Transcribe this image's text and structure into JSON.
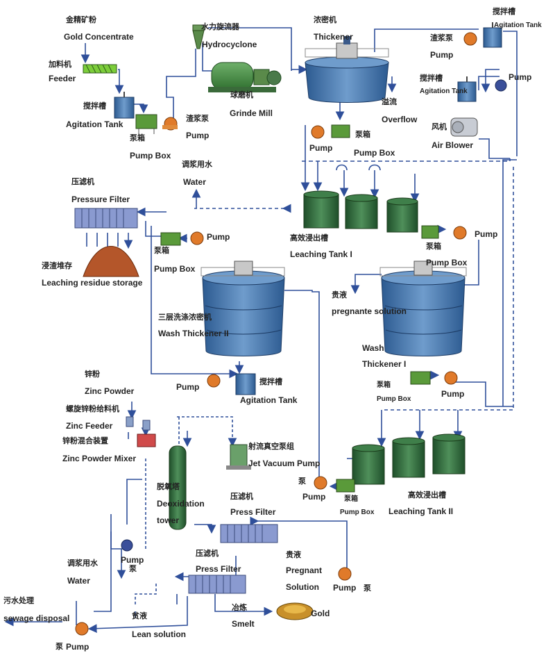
{
  "colors": {
    "pipe": "#2f4f9a",
    "tank_blue": "#3f6fa8",
    "leach_green": "#2f6b3a",
    "pump_orange": "#e07a2a",
    "pump_box_green": "#5a9a3a",
    "residue_brown": "#b4562a"
  },
  "labels": {
    "gold_concentrate_cn": "金精矿粉",
    "gold_concentrate": "Gold Concentrate",
    "feeder_cn": "加料机",
    "feeder": "Feeder",
    "agitation_tank_cn_1": "搅拌槽",
    "agitation_tank_1": "Agitation Tank",
    "pump_box_cn_1": "泵箱",
    "pump_box_1": "Pump Box",
    "slurry_pump_cn": "渣浆泵",
    "pump_1": "Pump",
    "hydrocyclone_cn": "水力旋流器",
    "hydrocyclone": "Hydrocyclone",
    "grind_mill_cn": "球磨机",
    "grind_mill": "Grinde Mill",
    "thickener_cn": "浓密机",
    "thickener": "Thickener",
    "overflow_cn": "溢流",
    "overflow": "Overflow",
    "slurry_pump_cn_2": "渣浆泵",
    "pump_2": "Pump",
    "agitation_tank_cn_2": "搅拌槽",
    "agitation_tank_2": "Agitation Tank",
    "agitation_tank_cn_3": "搅拌槽",
    "agitation_tank_3": "Agitation Tank",
    "pump_3": "Pump",
    "air_blower_cn": "风机",
    "air_blower": "Air Blower",
    "pump_4": "Pump",
    "pump_box_cn_2": "泵箱",
    "pump_box_2": "Pump Box",
    "pressure_filter_cn": "压滤机",
    "pressure_filter": "Pressure Filter",
    "water_cn_1": "调浆用水",
    "water_1": "Water",
    "pump_box_cn_3": "泵箱",
    "pump_box_3": "Pump Box",
    "pump_5": "Pump",
    "residue_cn": "浸渣堆存",
    "residue": "Leaching residue storage",
    "leaching_tank_cn_1": "高效浸出槽",
    "leaching_tank_1": "Leaching Tank I",
    "pump_6": "Pump",
    "pump_box_cn_4": "泵箱",
    "pump_box_4": "Pump Box",
    "pregnant_cn_1": "贵液",
    "pregnant_1": "pregnante solution",
    "wash_thickener_2_cn": "三层洗涤浓密机",
    "wash_thickener_2": "Wash Thickener II",
    "wash_thickener_1_a": "Wash",
    "wash_thickener_1_b": "Thickener I",
    "pump_7": "Pump",
    "agitation_tank_cn_4": "搅拌槽",
    "agitation_tank_4": "Agitation Tank",
    "pump_box_cn_5": "泵箱",
    "pump_box_5": "Pump Box",
    "pump_8": "Pump",
    "zinc_powder_cn": "锌粉",
    "zinc_powder": "Zinc Powder",
    "zinc_feeder_cn": "螺旋锌粉给料机",
    "zinc_feeder": "Zinc Feeder",
    "zinc_mixer_cn": "锌粉混合装置",
    "zinc_mixer": "Zinc Powder Mixer",
    "jet_vacuum_cn": "射流真空泵组",
    "jet_vacuum": "Jet Vacuum Pump",
    "pump_cn_9": "泵",
    "pump_9": "Pump",
    "pump_box_cn_6": "泵箱",
    "pump_box_6": "Pump Box",
    "leaching_tank_cn_2": "高效浸出槽",
    "leaching_tank_2": "Leaching Tank II",
    "deox_cn": "脱氧塔",
    "deox_a": "Deoxidation",
    "deox_b": "tower",
    "press_filter_cn_1": "压滤机",
    "press_filter_1": "Press Filter",
    "pump_10": "Pump",
    "pump_cn_10": "泵",
    "water_cn_2": "调浆用水",
    "water_2": "Water",
    "press_filter_cn_2": "压滤机",
    "press_filter_2": "Press Filter",
    "pregnant_cn_2": "贵液",
    "pregnant_2a": "Pregnant",
    "pregnant_2b": "Solution",
    "pump_11": "Pump",
    "pump_cn_11": "泵",
    "sewage_cn": "污水处理",
    "sewage": "sewage disposal",
    "lean_cn": "贫液",
    "lean": "Lean solution",
    "smelt_cn": "冶炼",
    "smelt": "Smelt",
    "gold": "Gold",
    "pump_cn_12": "泵",
    "pump_12": "Pump"
  }
}
